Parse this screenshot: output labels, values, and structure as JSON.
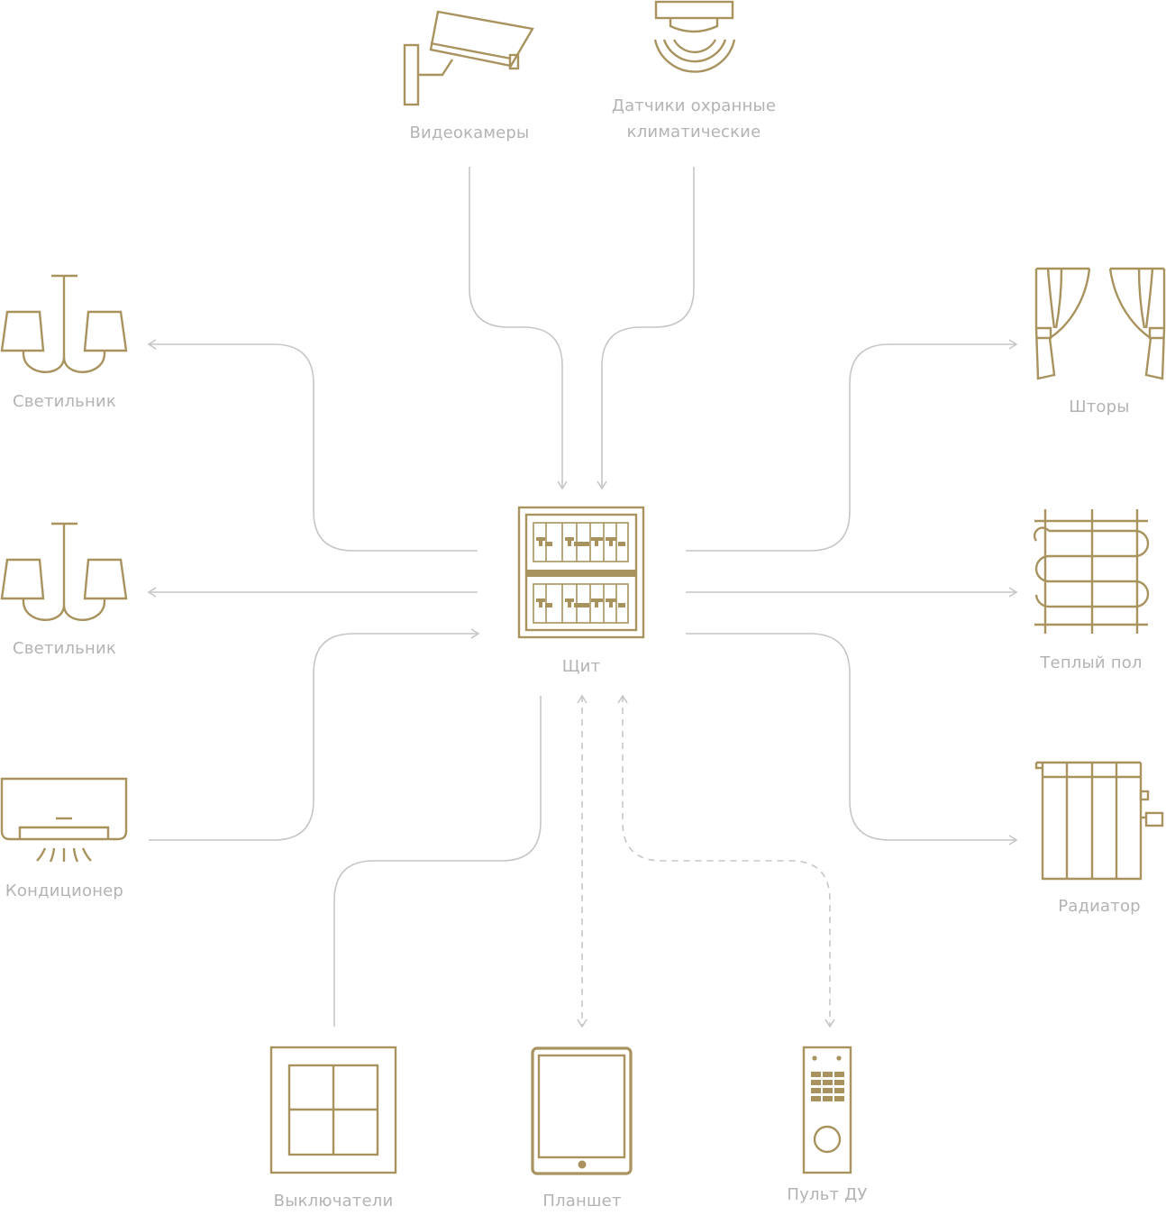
{
  "colors": {
    "accent": "#a8935f",
    "connector": "#c6c6c6",
    "label": "#b3b3b3",
    "background": "#ffffff"
  },
  "nodes": {
    "cameras": {
      "icon": "security-camera-icon",
      "label": "Видеокамеры"
    },
    "sensors": {
      "icon": "ceiling-sensor-icon",
      "line1": "Датчики охранные",
      "line2": "климатические"
    },
    "lamp1": {
      "icon": "chandelier-icon",
      "label": "Светильник"
    },
    "lamp2": {
      "icon": "chandelier-icon",
      "label": "Светильник"
    },
    "ac": {
      "icon": "air-conditioner-icon",
      "label": "Кондиционер"
    },
    "panel": {
      "icon": "electrical-panel-icon",
      "label": "Щит"
    },
    "curtains": {
      "icon": "curtains-icon",
      "label": "Шторы"
    },
    "floor": {
      "icon": "heated-floor-icon",
      "label": "Теплый пол"
    },
    "radiator": {
      "icon": "radiator-icon",
      "label": "Радиатор"
    },
    "switches": {
      "icon": "wall-switch-icon",
      "label": "Выключатели"
    },
    "tablet": {
      "icon": "tablet-icon",
      "label": "Планшет"
    },
    "remote": {
      "icon": "remote-control-icon",
      "label": "Пульт ДУ"
    }
  }
}
